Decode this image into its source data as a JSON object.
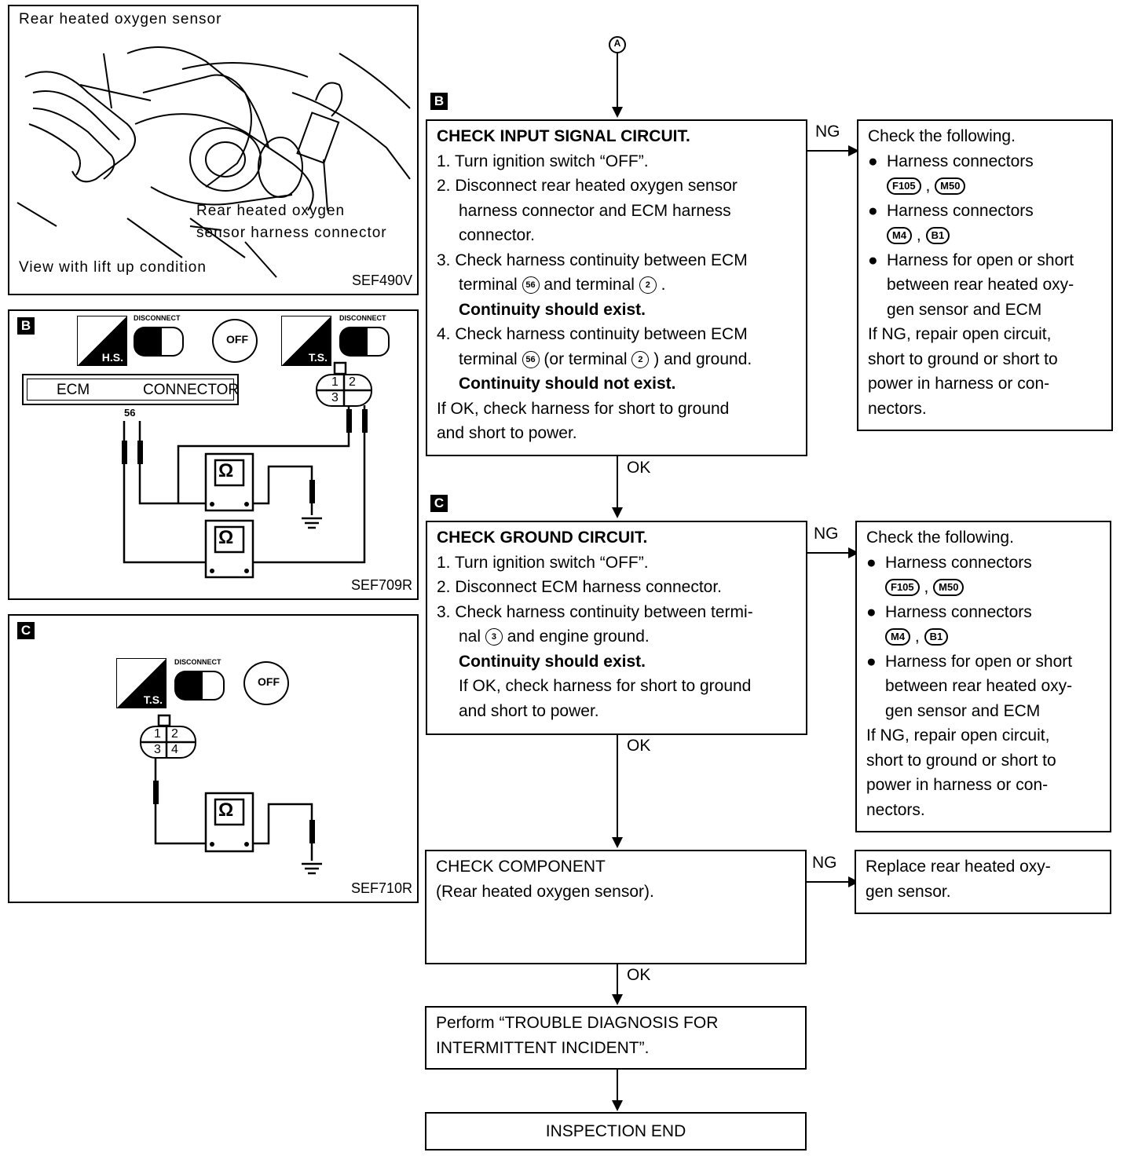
{
  "connector_a": "A",
  "panel_top": {
    "label_sensor": "Rear heated oxygen sensor",
    "label_connector_1": "Rear heated oxygen",
    "label_connector_2": "sensor harness connector",
    "label_view": "View with lift up condition",
    "code": "SEF490V"
  },
  "panel_b": {
    "tag": "B",
    "icon_hs": "H.S.",
    "icon_ts": "T.S.",
    "disconnect": "DISCONNECT",
    "off": "OFF",
    "ecm": "ECM",
    "connector": "CONNECTOR",
    "pin": "56",
    "pins": [
      "1",
      "2",
      "3"
    ],
    "ohm": "Ω",
    "code": "SEF709R"
  },
  "panel_c": {
    "tag": "C",
    "icon_ts": "T.S.",
    "disconnect": "DISCONNECT",
    "off": "OFF",
    "pins": [
      "1",
      "2",
      "3",
      "4"
    ],
    "ohm": "Ω",
    "code": "SEF710R"
  },
  "flow": {
    "tag_b": "B",
    "tag_c": "C",
    "ng": "NG",
    "ok": "OK",
    "step_b": {
      "title": "CHECK INPUT SIGNAL CIRCUIT.",
      "l1": "1. Turn ignition switch “OFF”.",
      "l2a": "2. Disconnect rear heated oxygen sensor",
      "l2b": "harness connector and ECM harness",
      "l2c": "connector.",
      "l3a": "3. Check harness continuity between ECM",
      "l3b_pre": "terminal",
      "l3b_mid": "and terminal",
      "l3b_end": ".",
      "l3c": "Continuity should exist.",
      "l4a": "4. Check harness continuity between ECM",
      "l4b_pre": "terminal",
      "l4b_mid": "(or terminal",
      "l4b_end": ") and ground.",
      "l4c": "Continuity should not exist.",
      "l5a": "If OK, check harness for short to ground",
      "l5b": "and short to power.",
      "t56": "56",
      "t2": "2"
    },
    "ng_b": {
      "l1": "Check the following.",
      "l2": "Harness connectors",
      "c1": "F105",
      "c2": "M50",
      "l3": "Harness connectors",
      "c3": "M4",
      "c4": "B1",
      "l4": "Harness for open or short",
      "l5": "between rear heated oxy-",
      "l6": "gen sensor and ECM",
      "l7": "If NG, repair open circuit,",
      "l8": "short to ground or short to",
      "l9": "power in harness or con-",
      "l10": "nectors."
    },
    "step_c": {
      "title": "CHECK GROUND CIRCUIT.",
      "l1": "1. Turn ignition switch “OFF”.",
      "l2": "2. Disconnect ECM harness connector.",
      "l3a": "3. Check harness continuity between termi-",
      "l3b_pre": "nal",
      "l3b_end": "and engine ground.",
      "l3c": "Continuity should exist.",
      "l4a": "If OK, check harness for short to ground",
      "l4b": "and short to power.",
      "t3": "3"
    },
    "ng_c": {
      "l1": "Check the following.",
      "l2": "Harness connectors",
      "c1": "F105",
      "c2": "M50",
      "l3": "Harness connectors",
      "c3": "M4",
      "c4": "B1",
      "l4": "Harness for open or short",
      "l5": "between rear heated oxy-",
      "l6": "gen sensor and ECM",
      "l7": "If NG, repair open circuit,",
      "l8": "short to ground or short to",
      "l9": "power in harness or con-",
      "l10": "nectors."
    },
    "step_d": {
      "l1": "CHECK COMPONENT",
      "l2": "(Rear heated oxygen sensor)."
    },
    "ng_d": {
      "l1": "Replace rear heated oxy-",
      "l2": "gen sensor."
    },
    "step_e": {
      "l1": "Perform “TROUBLE DIAGNOSIS FOR",
      "l2": "INTERMITTENT INCIDENT”."
    },
    "end": "INSPECTION END"
  }
}
